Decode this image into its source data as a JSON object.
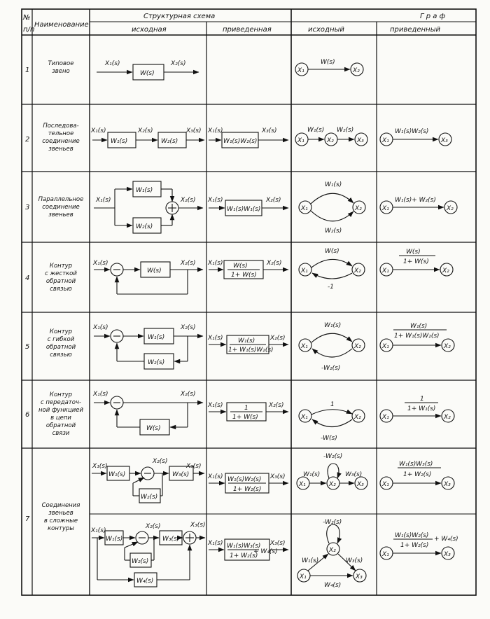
{
  "header": {
    "num": [
      "№",
      "п/п"
    ],
    "name": "Наименование",
    "scheme": "Структурная   схема",
    "scheme_orig": "исходная",
    "scheme_red": "приведенная",
    "graph": "Г р а ф",
    "graph_orig": "исходный",
    "graph_red": "приведенный"
  },
  "rows": [
    {
      "num": "1",
      "name": [
        "Типовое",
        "звено"
      ]
    },
    {
      "num": "2",
      "name": [
        "Последова-",
        "тельное",
        "соединение",
        "звеньев"
      ]
    },
    {
      "num": "3",
      "name": [
        "Параллельное",
        "соединение",
        "звеньев"
      ]
    },
    {
      "num": "4",
      "name": [
        "Контур",
        "с жесткой",
        "обратной",
        "связью"
      ]
    },
    {
      "num": "5",
      "name": [
        "Контур",
        "с гибкой",
        "обратной",
        "связью"
      ]
    },
    {
      "num": "6",
      "name": [
        "Контур",
        "с передаточ-",
        "ной функцией",
        "в цепи",
        "обратной",
        "связи"
      ]
    },
    {
      "num": "7",
      "name": [
        "Соединения",
        "звеньев",
        "в сложные",
        "контуры"
      ]
    }
  ],
  "labels": {
    "X1": "X₁(s)",
    "X2": "X₂(s)",
    "X3": "X₃(s)",
    "W": "W(s)",
    "W1": "W₁(s)",
    "W2": "W₂(s)",
    "W3": "W₃(s)",
    "W4": "W₄(s)",
    "W1W2": "W₁(s)W₂(s)",
    "W1W1": "W₁(s)W₁(s)",
    "W1pW2": "W₁(s)+ W₂(s)",
    "r4num": "W(s)",
    "r4den": "1+ W(s)",
    "r5num": "W₁(s)",
    "r5den": "1+ W₁(s)W₂(s)",
    "r6num": "1",
    "r6den": "1+ W(s)",
    "r6gnum": "1",
    "r6gden": "1+ W₁(s)",
    "r7anum": "W₁(s)W₂(s)",
    "r7aden": "1+ W₂(s)",
    "r7bnum": "W₁(s)W₃(s)",
    "r7bden": "1+ W₂(s)",
    "r7gnum": "W₁(s)W₃(s)",
    "r7gden": "1+ W₂(s)",
    "r7cnum": "W₁(s)W₂(s)",
    "r7cden": "1+ W₂(s)",
    "r7dnum": "W₁(s)W₃(s)",
    "r7dden": "1+ W₂(s)",
    "plusW4": "+ W₄(s)",
    "minus1": "-1",
    "mW": "-W(s)",
    "mW2": "-W₂(s)",
    "one": "1",
    "N1": "X₁",
    "N2": "X₂",
    "N3": "X₃",
    "minus": "−",
    "plus": "+"
  }
}
